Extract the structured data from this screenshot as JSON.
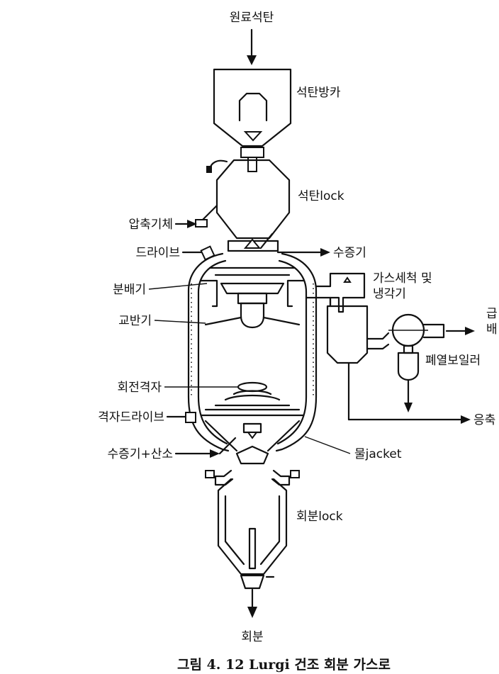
{
  "labels": {
    "coal_feed": "원료석탄",
    "coal_bunker": "석탄방카",
    "coal_lock": "석탄lock",
    "compressed_gas": "압축기체",
    "drive": "드라이브",
    "steam_out": "수증기",
    "gas_wash_line1": "가스세척 및",
    "gas_wash_line2": "냉각기",
    "distributor": "분배기",
    "agitator": "교반기",
    "gas_out_cut1": "급",
    "gas_out_cut2": "배",
    "waste_heat_boiler": "폐열보일러",
    "rotating_grate": "회전격자",
    "grate_drive": "격자드라이브",
    "condensate_cut": "응축",
    "steam_oxygen": "수증기+산소",
    "water_jacket": "물jacket",
    "ash_lock": "회분lock",
    "ash_out": "회분"
  },
  "caption": "그림 4. 12  Lurgi 건조 회분 가스로"
}
